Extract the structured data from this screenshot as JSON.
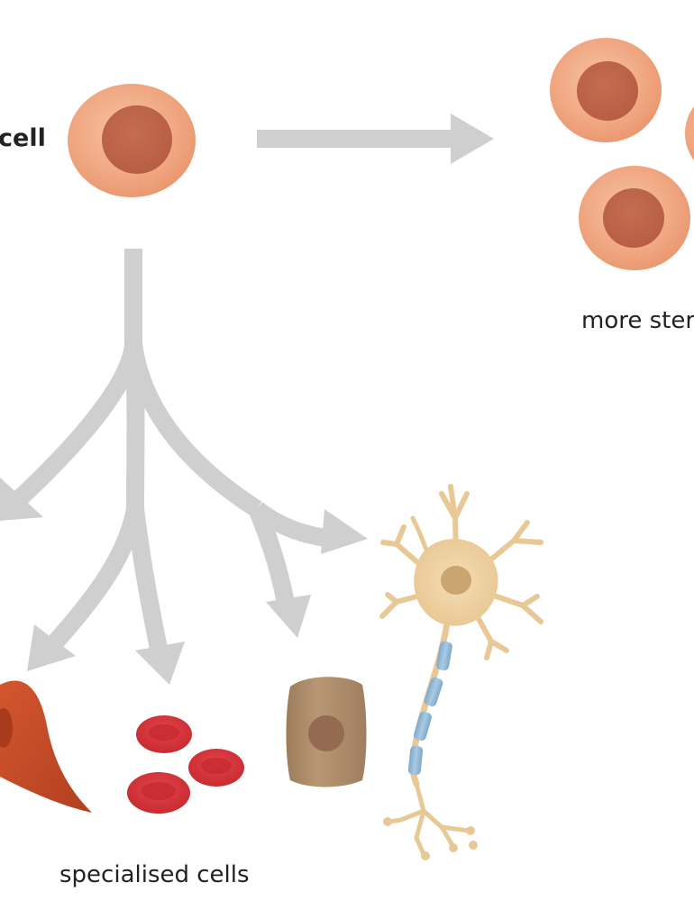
{
  "labels": {
    "stem_cell": "cell",
    "more_stem_cells": "more ster",
    "specialised_cells": "specialised cells"
  },
  "colors": {
    "arrow": "#cfcfcf",
    "stem_cytoplasm": "#efa57f",
    "stem_nucleus": "#c1674c",
    "red_blood_cell": "#d5353b",
    "muscle_cell": "#c9502d",
    "epithelial_cell": "#a98867",
    "neuron_body": "#edcf9e",
    "myelin": "#8fb7d6"
  },
  "icons": [
    "stem-cell-icon",
    "stem-cell-copy-icon",
    "red-blood-cell-icon",
    "muscle-cell-icon",
    "epithelial-cell-icon",
    "neuron-icon"
  ]
}
